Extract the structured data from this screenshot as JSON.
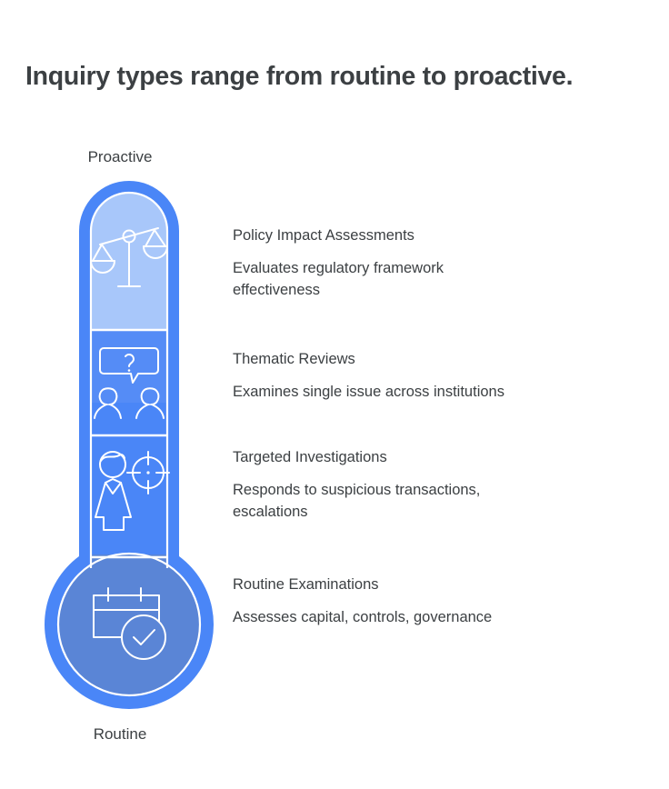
{
  "page": {
    "title": "Inquiry types range from routine to proactive."
  },
  "scale": {
    "top_label": "Proactive",
    "bottom_label": "Routine"
  },
  "colors": {
    "background": "#ffffff",
    "text": "#3c4043",
    "tube_rim": "#4a86f7",
    "segment_1": "#a8c7fa",
    "segment_2": "#558cf6",
    "segment_3": "#4f82e3",
    "bulb": "#5a85d6",
    "icon_stroke": "#ffffff"
  },
  "segments": [
    {
      "level": "Proactive",
      "icon": "balance-scales-icon",
      "title": "Policy Impact Assessments",
      "description": "Evaluates regulatory framework effectiveness",
      "fill": "#a8c7fa"
    },
    {
      "level": "Thematic",
      "icon": "question-speech-bubble-people-icon",
      "title": "Thematic Reviews",
      "description": "Examines single issue across institutions",
      "fill": "#558cf6"
    },
    {
      "level": "Targeted",
      "icon": "person-crosshair-target-icon",
      "title": "Targeted Investigations",
      "description": "Responds to suspicious transactions, escalations",
      "fill": "#4f82e3"
    },
    {
      "level": "Routine",
      "icon": "calendar-check-icon",
      "title": "Routine Examinations",
      "description": "Assesses capital, controls, governance",
      "fill": "#5a85d6"
    }
  ]
}
